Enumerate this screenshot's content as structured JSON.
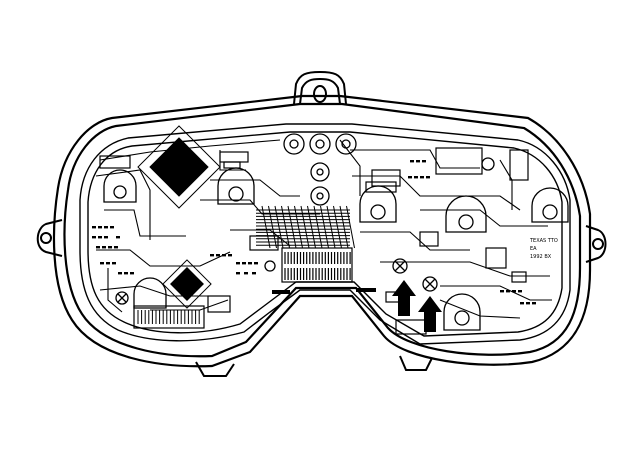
{
  "diagram": {
    "ink_color": "#000000",
    "paper_color": "#ffffff",
    "board_label_lines": [
      "TEXAS TTO",
      "EA",
      "1992 BX"
    ],
    "arrow_count": 2
  }
}
